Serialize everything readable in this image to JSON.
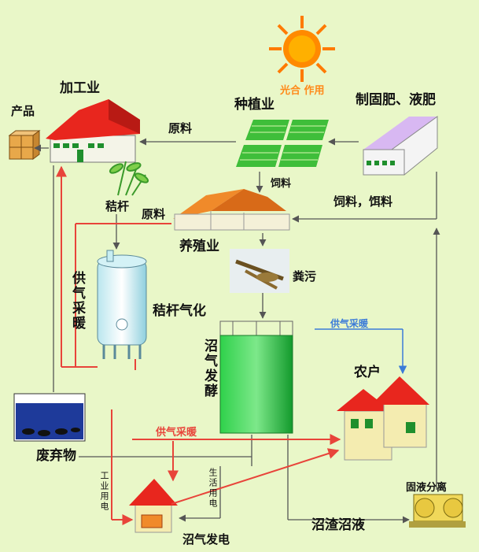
{
  "labels": {
    "processing": "加工业",
    "product": "产品",
    "planting": "种植业",
    "photosynthesis": "光合 作用",
    "fertilizer": "制固肥、液肥",
    "raw_material_1": "原料",
    "raw_material_2": "原料",
    "straw": "秸杆",
    "feed": "饲料",
    "feed_bait": "饲料，饵料",
    "breeding": "养殖业",
    "manure": "粪污",
    "straw_gasification": "秸杆气化",
    "gas_heating_vertical": "供气采暖",
    "gas_heating_red": "供气采暖",
    "gas_heating_blue": "供气采暖",
    "biogas_fermentation": "沼气发酵",
    "farmer": "农户",
    "waste": "废弃物",
    "industrial_power": "工业用电",
    "domestic_power": "生活用电",
    "biogas_power": "沼气发电",
    "residue_liquid": "沼渣沼液",
    "solid_liquid_sep": "固液分离"
  },
  "colors": {
    "background": "#e9f7c8",
    "red_arrow": "#e8443a",
    "dark_arrow": "#555555",
    "fermenter_green": "#1fb83a",
    "roof_red": "#e8261e",
    "house_wall": "#f4ecb0",
    "sun": "#ff7a00"
  }
}
